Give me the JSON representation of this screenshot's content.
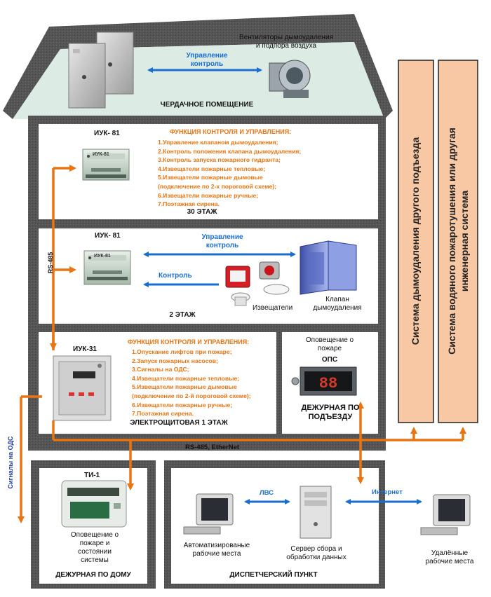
{
  "attic": {
    "label": "ЧЕРДАЧНОЕ ПОМЕЩЕНИЕ",
    "fans_label": "Вентиляторы дымоудаления\nи подпора воздуха",
    "link_label": "Управление\nконтроль"
  },
  "floor30": {
    "device": "ИУК- 81",
    "device_screen": "ИУК-81",
    "label": "30 ЭТАЖ",
    "func_title": "ФУНКЦИЯ КОНТРОЛЯ И УПРАВЛЕНИЯ:",
    "func_items": [
      "1.Управление клапаном дымоудаления;",
      "2.Контроль положения клапана дымоудаления;",
      "3.Контроль запуска пожарного гидранта;",
      "4.Извещатели пожарные тепловые;",
      "5.Извещатели пожарные дымовые",
      "(подключение по 2-х пороговой схеме);",
      "6.Извещатели пожарные ручные;",
      "7.Поэтажная сирена."
    ]
  },
  "floor2": {
    "device": "ИУК- 81",
    "device_screen": "ИУК-81",
    "label": "2 ЭТАЖ",
    "control_link": "Управление\nконтроль",
    "control": "Контроль",
    "detectors": "Извещатели",
    "valve": "Клапан\nдымоудаления"
  },
  "floor1": {
    "device": "ИУК-31",
    "label": "ЭЛЕКТРОЩИТОВАЯ 1 ЭТАЖ",
    "func_title": "ФУНКЦИЯ КОНТРОЛЯ И УПРАВЛЕНИЯ:",
    "func_items": [
      "1.Опускание лифтов при пожаре;",
      "2.Запуск пожарных насосов;",
      "3.Сигналы на ОДС;",
      "4.Извещатели пожарные тепловые;",
      "5.Извещатели пожарные дымовые",
      "(подключение по 2-й пороговой схеме);",
      "6.Извещатели пожарные ручные;",
      "7.Поэтажная сирена."
    ],
    "alarm_title": "Оповещение о\nпожаре",
    "ops": "ОПС",
    "ops_display": "88",
    "duty_entrance": "ДЕЖУРНАЯ ПО\nПОДЪЕЗДУ"
  },
  "bus": {
    "rs485": "RS-485",
    "rs485_ethernet": "RS-485, EtherNet",
    "ods_signals": "Сигналы на ОДС"
  },
  "house_duty": {
    "device": "ТИ-1",
    "caption": "Оповещение о\nпожаре и\nсостоянии\nсистемы",
    "label": "ДЕЖУРНАЯ ПО ДОМУ"
  },
  "dispatch": {
    "label": "ДИСПЕТЧЕРСКИЙ ПУНКТ",
    "lan": "ЛВС",
    "internet": "Интернет",
    "workstations": "Автоматизированые\nрабочие места",
    "server": "Сервер сбора и\nобработки данных",
    "remote": "Удалённые\nрабочие места"
  },
  "side_systems": [
    "Система дымоудаления другого подъезда",
    "Система водяного пожаротушения или другая\nинженерная система"
  ],
  "colors": {
    "roof": "#dcebe4",
    "wall": "#4d4d4d",
    "arrow_blue": "#1a6ed0",
    "arrow_orange": "#e87412",
    "side_panel": "#f8c8a4"
  }
}
